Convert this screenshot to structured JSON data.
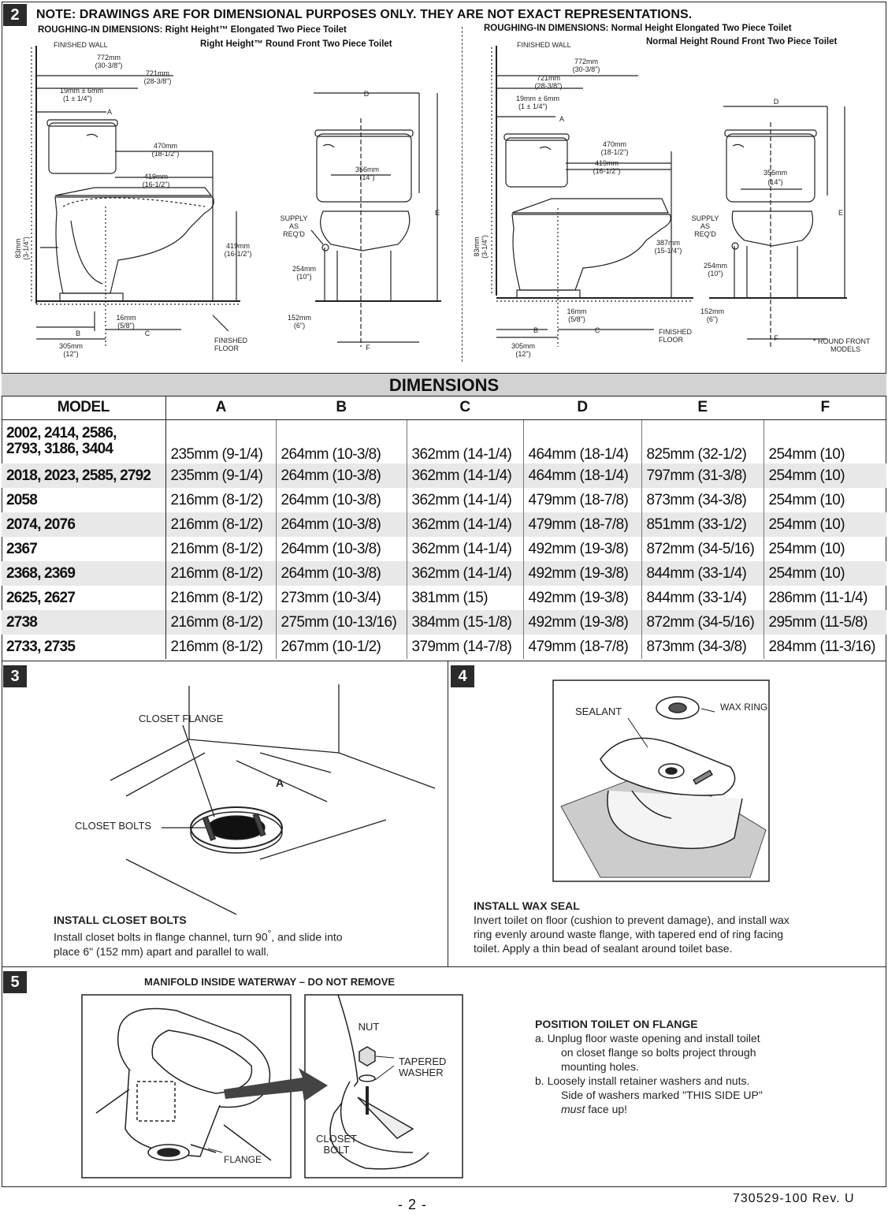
{
  "section2": {
    "step": "2",
    "note": "NOTE: DRAWINGS ARE FOR DIMENSIONAL PURPOSES ONLY. THEY ARE NOT EXACT REPRESENTATIONS.",
    "left": {
      "heading1": "ROUGHING-IN DIMENSIONS: Right Height™ Elongated Two Piece Toilet",
      "heading2": "Right Height™ Round Front Two Piece Toilet",
      "finished_wall": "FINISHED WALL",
      "d772": "772mm",
      "d772i": "(30-3/8\")",
      "d721": "721mm",
      "d721i": "(28-3/8\")",
      "d19": "19mm ± 6mm",
      "d19i": "(1 ± 1/4\")",
      "A": "A",
      "d470": "470mm",
      "d470i": "(18-1/2\")",
      "d419": "419mm",
      "d419i": "(16-1/2\")",
      "d419b": "419mm",
      "d419bi": "(16-1/2\")",
      "d83": "83mm",
      "d83i": "(3-1/4\")",
      "d16": "16mm",
      "d16i": "(5/8\")",
      "B": "B",
      "C": "C",
      "d305": "305mm",
      "d305i": "(12\")",
      "finished_floor1": "FINISHED",
      "finished_floor2": "FLOOR",
      "D": "D",
      "d356": "356mm",
      "d356i": "(14\")",
      "E": "E",
      "supply1": "SUPPLY",
      "supply2": "AS",
      "supply3": "REQ'D",
      "d254": "254mm",
      "d254i": "(10\")",
      "d152": "152mm",
      "d152i": "(6\")",
      "F": "F"
    },
    "right": {
      "heading1": "ROUGHING-IN DIMENSIONS: Normal Height Elongated Two Piece Toilet",
      "heading2": "Normal Height Round Front Two Piece Toilet",
      "finished_wall": "FINISHED WALL",
      "d772": "772mm",
      "d772i": "(30-3/8\")",
      "d721": "721mm",
      "d721i": "(28-3/8\")",
      "d19": "19mm ± 6mm",
      "d19i": "(1 ± 1/4\")",
      "A": "A",
      "d470": "470mm",
      "d470i": "(18-1/2\")",
      "d419": "419mm",
      "d419i": "(16-1/2\")",
      "d387": "387mm",
      "d387i": "(15-1/4\")",
      "d83": "83mm",
      "d83i": "(3-1/4\")",
      "d16": "16mm",
      "d16i": "(5/8\")",
      "B": "B",
      "C": "C",
      "d305": "305mm",
      "d305i": "(12\")",
      "finished_floor1": "FINISHED",
      "finished_floor2": "FLOOR",
      "D": "D",
      "d356": "356mm",
      "d356i": "(14\")",
      "E": "E",
      "supply1": "SUPPLY",
      "supply2": "AS",
      "supply3": "REQ'D",
      "d254": "254mm",
      "d254i": "(10\")",
      "d152": "152mm",
      "d152i": "(6\")",
      "F": "F",
      "round_front1": "* ROUND FRONT",
      "round_front2": "MODELS"
    }
  },
  "dimensions": {
    "title": "DIMENSIONS",
    "headers": [
      "MODEL",
      "A",
      "B",
      "C",
      "D",
      "E",
      "F"
    ],
    "rows": [
      {
        "model": "2002, 2414, 2586,\n2793, 3186, 3404",
        "cells": [
          "235mm (9-1/4)",
          "264mm (10-3/8)",
          "362mm (14-1/4)",
          "464mm (18-1/4)",
          "825mm (32-1/2)",
          "254mm (10)"
        ]
      },
      {
        "model": "2018, 2023, 2585, 2792",
        "cells": [
          "235mm (9-1/4)",
          "264mm (10-3/8)",
          "362mm (14-1/4)",
          "464mm (18-1/4)",
          "797mm (31-3/8)",
          "254mm (10)"
        ]
      },
      {
        "model": "2058",
        "cells": [
          "216mm (8-1/2)",
          "264mm (10-3/8)",
          "362mm (14-1/4)",
          "479mm (18-7/8)",
          "873mm (34-3/8)",
          "254mm (10)"
        ]
      },
      {
        "model": "2074, 2076",
        "cells": [
          "216mm (8-1/2)",
          "264mm (10-3/8)",
          "362mm (14-1/4)",
          "479mm (18-7/8)",
          "851mm (33-1/2)",
          "254mm (10)"
        ]
      },
      {
        "model": "2367",
        "cells": [
          "216mm (8-1/2)",
          "264mm (10-3/8)",
          "362mm (14-1/4)",
          "492mm (19-3/8)",
          "872mm (34-5/16)",
          "254mm (10)"
        ]
      },
      {
        "model": "2368, 2369",
        "cells": [
          "216mm (8-1/2)",
          "264mm (10-3/8)",
          "362mm (14-1/4)",
          "492mm (19-3/8)",
          "844mm (33-1/4)",
          "254mm (10)"
        ]
      },
      {
        "model": "2625, 2627",
        "cells": [
          "216mm (8-1/2)",
          "273mm (10-3/4)",
          "381mm (15)",
          "492mm (19-3/8)",
          "844mm (33-1/4)",
          "286mm (11-1/4)"
        ]
      },
      {
        "model": "2738",
        "cells": [
          "216mm (8-1/2)",
          "275mm (10-13/16)",
          "384mm (15-1/8)",
          "492mm (19-3/8)",
          "872mm (34-5/16)",
          "295mm (11-5/8)"
        ]
      },
      {
        "model": "2733, 2735",
        "cells": [
          "216mm (8-1/2)",
          "267mm (10-1/2)",
          "379mm (14-7/8)",
          "479mm (18-7/8)",
          "873mm (34-3/8)",
          "284mm (11-3/16)"
        ]
      }
    ]
  },
  "section3": {
    "step": "3",
    "closet_flange": "CLOSET FLANGE",
    "closet_bolts": "CLOSET BOLTS",
    "A": "A",
    "title": "INSTALL CLOSET BOLTS",
    "text_a": "Install closet bolts in flange channel, turn 90",
    "degree": "°",
    "text_b": ", and slide into",
    "text_c": "place 6\" (152 mm) apart and parallel to wall."
  },
  "section4": {
    "step": "4",
    "sealant": "SEALANT",
    "wax_ring": "WAX RING",
    "title": "INSTALL WAX SEAL",
    "line1": "Invert toilet on floor (cushion to prevent damage), and install wax",
    "line2": "ring evenly around waste flange, with tapered end of ring facing",
    "line3": "toilet. Apply a thin bead of sealant around toilet base."
  },
  "section5": {
    "step": "5",
    "manifold": "MANIFOLD INSIDE WATERWAY – DO NOT REMOVE",
    "flange": "FLANGE",
    "nut": "NUT",
    "tapered1": "TAPERED",
    "tapered2": "WASHER",
    "closet1": "CLOSET",
    "closet2": "BOLT",
    "title": "POSITION TOILET ON FLANGE",
    "a1": "a.  Unplug floor waste opening and install toilet",
    "a2": "on closet flange so bolts project through",
    "a3": "mounting holes.",
    "b1": "b.  Loosely install retainer washers and nuts.",
    "b2": "Side of washers marked \"THIS SIDE UP\"",
    "b3a": "must",
    "b3b": " face up!"
  },
  "footer": {
    "page": "- 2 -",
    "doc_id": "730529-100 Rev. U"
  }
}
